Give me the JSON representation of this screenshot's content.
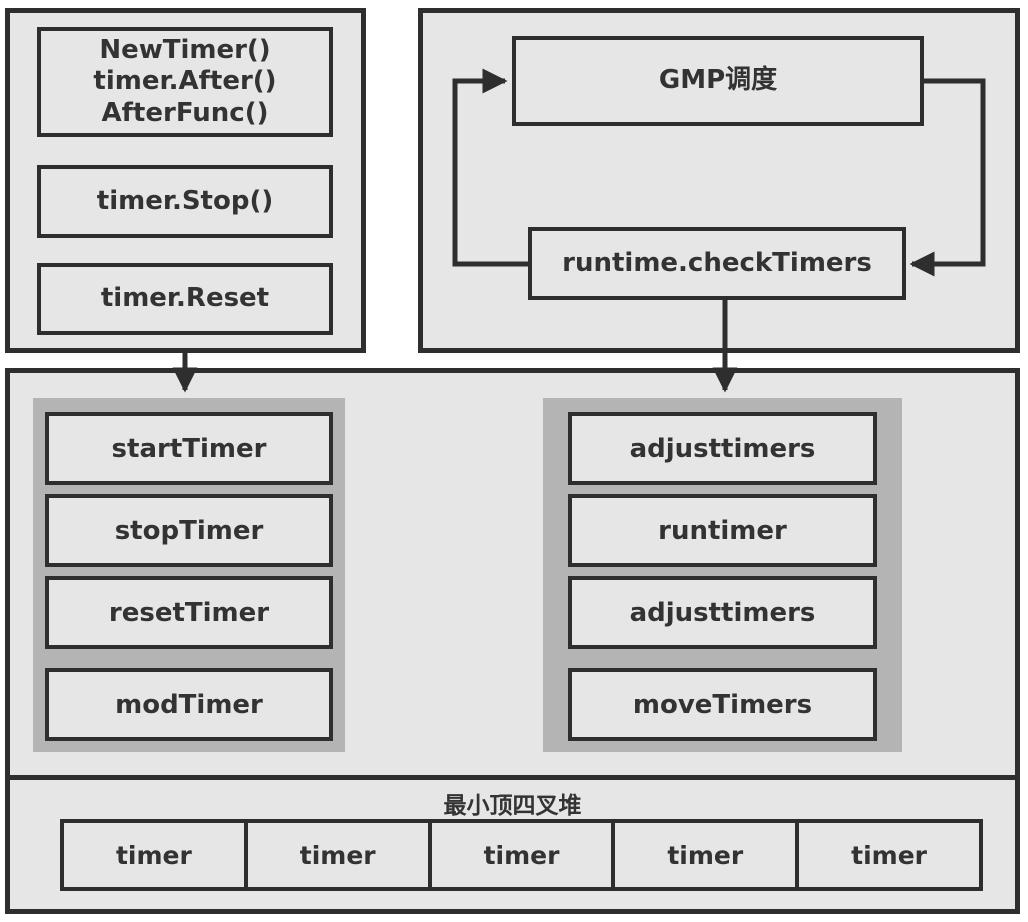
{
  "colors": {
    "page_bg": "#ffffff",
    "panel_bg": "#e6e6e6",
    "border_dark": "#2e2e2e",
    "column_bg": "#b4b4b4",
    "text": "#333333"
  },
  "api_panel": {
    "create_box": {
      "line1": "NewTimer()",
      "line2": "timer.After()",
      "line3": "AfterFunc()"
    },
    "stop_box": "timer.Stop()",
    "reset_box": "timer.Reset"
  },
  "scheduler_panel": {
    "gmp_box": "GMP调度",
    "check_timers_box": "runtime.checkTimers"
  },
  "runtime_panel": {
    "left_column": [
      "startTimer",
      "stopTimer",
      "resetTimer",
      "modTimer"
    ],
    "right_column": [
      "adjusttimers",
      "runtimer",
      "adjusttimers",
      "moveTimers"
    ],
    "heap": {
      "title": "最小顶四叉堆",
      "cells": [
        "timer",
        "timer",
        "timer",
        "timer",
        "timer"
      ]
    }
  }
}
